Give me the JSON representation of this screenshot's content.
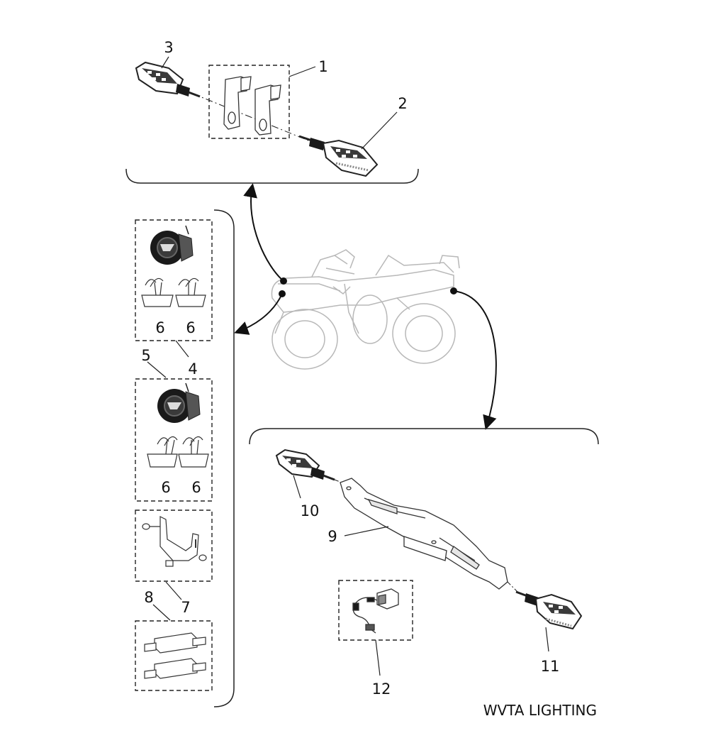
{
  "diagram": {
    "caption": "WVTA LIGHTING",
    "callouts": {
      "c1": "1",
      "c2": "2",
      "c3": "3",
      "c4": "4",
      "c5": "5",
      "c6a": "6",
      "c6b": "6",
      "c6c": "6",
      "c6d": "6",
      "c7": "7",
      "c8": "8",
      "c9": "9",
      "c10": "10",
      "c11": "11",
      "c12": "12"
    },
    "colors": {
      "line": "#222222",
      "ghost": "#b8b8b8",
      "dark_part": "#1a1a1a",
      "mid_part": "#8a8a8a"
    }
  }
}
